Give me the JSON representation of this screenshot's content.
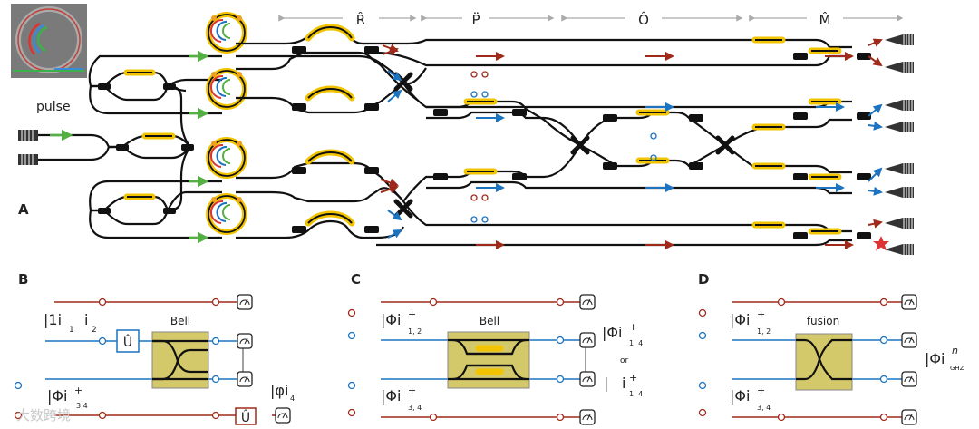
{
  "panels": {
    "A": {
      "label": "A",
      "pulse_label": "pulse",
      "stages": [
        "R̂",
        "P̈",
        "Ô",
        "M̂"
      ]
    },
    "B": {
      "label": "B",
      "state_top": "|1i",
      "state_top_sub": "1",
      "state_top_b": "i",
      "state_top_b_sub": "2",
      "u_label": "Û",
      "bell": "Bell",
      "phi_left": "|Φi",
      "phi_left_sup": "+",
      "phi_left_sub": "3,4",
      "right_state": "|φi",
      "right_sub": "4"
    },
    "C": {
      "label": "C",
      "phi_top": "|Φi",
      "phi_top_sup": "+",
      "phi_top_sub": "1, 2",
      "bell": "Bell",
      "phi_bottom": "|Φi",
      "phi_bottom_sup": "+",
      "phi_bottom_sub": "3, 4",
      "right_top": "|Φi",
      "right_top_sup": "+",
      "right_top_sub": "1, 4",
      "or": "or",
      "right_bottom": "|",
      "right_bottom_b": "i",
      "right_bottom_sup": "+",
      "right_bottom_sub": "1, 4"
    },
    "D": {
      "label": "D",
      "phi_top": "|Φi",
      "phi_top_sup": "+",
      "phi_top_sub": "1, 2",
      "fusion": "fusion",
      "phi_bottom": "|Φi",
      "phi_bottom_sup": "+",
      "phi_bottom_sub": "3, 4",
      "right_state": "|Φi",
      "right_sup": "n",
      "right_sub": "GHZ"
    }
  },
  "colors": {
    "red": "#a02a1a",
    "blue": "#1c73c0",
    "green": "#55b044",
    "heater": "#f2c400",
    "box": "#d4c96a"
  },
  "watermark": "大数跨境"
}
